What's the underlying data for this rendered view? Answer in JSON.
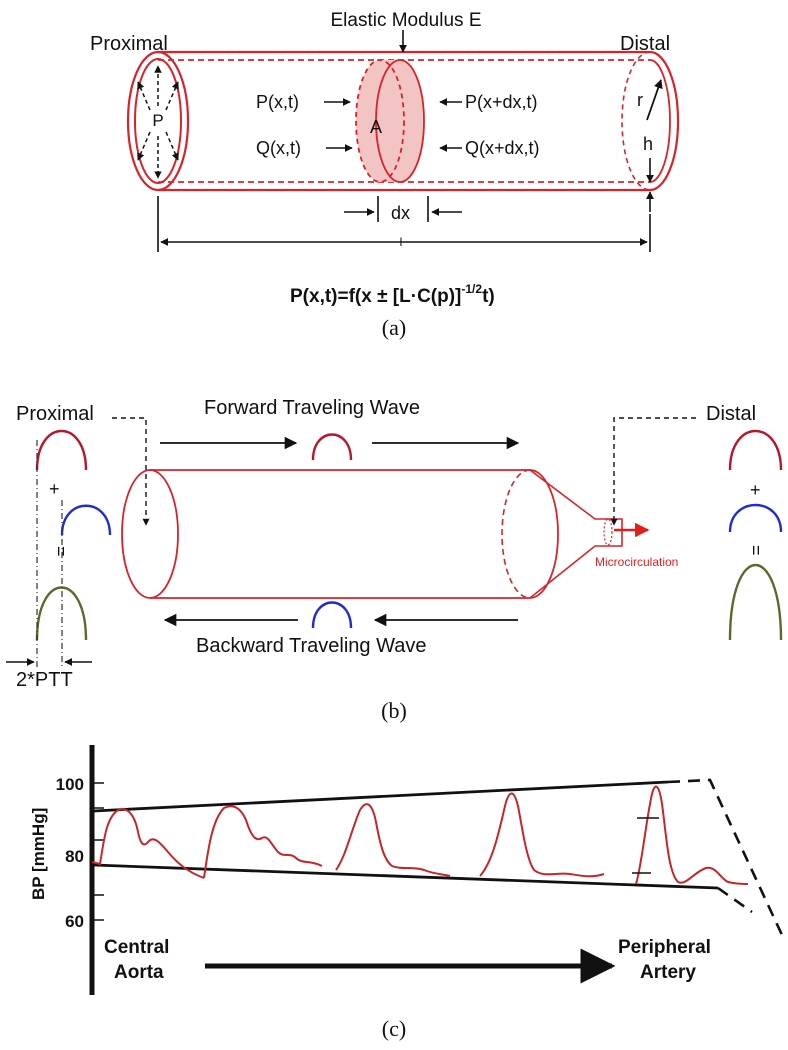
{
  "colors": {
    "vessel": "#d8232a",
    "segment_fill": "#f2c4c4",
    "forward_wave": "#b5172d",
    "backward_wave": "#1f2bd6",
    "sum_wave": "#5a6a2a",
    "bp_trace": "#c6262a",
    "ink": "#111111"
  },
  "panel_a": {
    "top_label": "Elastic Modulus E",
    "proximal": "Proximal",
    "distal": "Distal",
    "p_center": "P",
    "area": "A",
    "p_left": "P(x,t)",
    "q_left": "Q(x,t)",
    "p_right": "P(x+dx,t)",
    "q_right": "Q(x+dx,t)",
    "radius": "r",
    "thickness": "h",
    "dx": "dx",
    "length": "l",
    "equation_main": "P(x,t)=f(x ± [L·C(p)]",
    "equation_exp": "-1/2",
    "equation_tail": "t)",
    "caption": "(a)"
  },
  "panel_b": {
    "proximal": "Proximal",
    "distal": "Distal",
    "forward": "Forward Traveling Wave",
    "backward": "Backward Traveling Wave",
    "microcirculation": "Microcirculation",
    "plus": "+",
    "equals": "=",
    "ptt": "2*PTT",
    "caption": "(b)"
  },
  "panel_c": {
    "ylabel": "BP [mmHg]",
    "ticks": [
      "100",
      "80",
      "60"
    ],
    "left_line1": "Central",
    "left_line2": "Aorta",
    "right_line1": "Peripheral",
    "right_line2": "Artery",
    "caption": "(c)"
  }
}
